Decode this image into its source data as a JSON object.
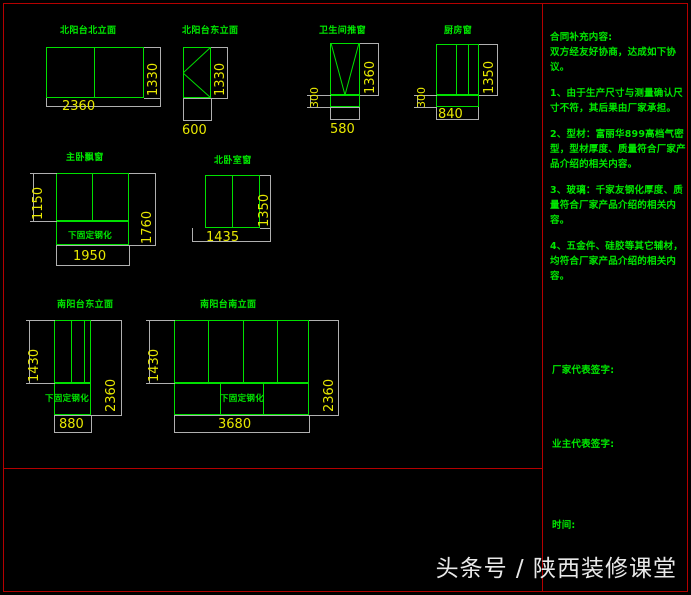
{
  "drawing": {
    "background_color": "#000000",
    "line_color": "#00e000",
    "dim_color": "#e8e800",
    "frame_color": "#b40000",
    "dim_line_color": "#b0b0b0",
    "elevations": [
      {
        "id": "north-balcony-north",
        "title": "北阳台北立面",
        "width_dim": "2360",
        "height_dim": "1330",
        "sill_dim": "",
        "panel_note": ""
      },
      {
        "id": "north-balcony-east",
        "title": "北阳台东立面",
        "width_dim": "600",
        "height_dim": "1330",
        "sill_dim": "",
        "panel_note": ""
      },
      {
        "id": "bathroom-window",
        "title": "卫生间推窗",
        "width_dim": "580",
        "height_dim": "1360",
        "sill_dim": "300",
        "panel_note": ""
      },
      {
        "id": "kitchen-window",
        "title": "厨房窗",
        "width_dim": "840",
        "height_dim": "1350",
        "sill_dim": "300",
        "panel_note": ""
      },
      {
        "id": "master-bay-window",
        "title": "主卧飘窗",
        "width_dim": "1950",
        "height_dim": "1760",
        "sill_dim": "1150",
        "panel_note": "下固定钢化"
      },
      {
        "id": "north-bedroom-window",
        "title": "北卧室窗",
        "width_dim": "1435",
        "height_dim": "1350",
        "sill_dim": "",
        "panel_note": ""
      },
      {
        "id": "south-balcony-east",
        "title": "南阳台东立面",
        "width_dim": "880",
        "height_dim": "2360",
        "sill_dim": "1430",
        "panel_note": "下固定钢化"
      },
      {
        "id": "south-balcony-south",
        "title": "南阳台南立面",
        "width_dim": "3680",
        "height_dim": "2360",
        "sill_dim": "1430",
        "panel_note": "下固定钢化"
      }
    ]
  },
  "contract": {
    "heading": "合同补充内容:",
    "intro": "双方经友好协商，达成如下协议。",
    "clauses": [
      "1、由于生产尺寸与测量确认尺寸不符，其后果由厂家承担。",
      "2、型材：富丽华899高档气密型，型材厚度、质量符合厂家产品介绍的相关内容。",
      "3、玻璃：千家友钢化厚度、质量符合厂家产品介绍的相关内容。",
      "4、五金件、硅胶等其它辅材，均符合厂家产品介绍的相关内容。"
    ],
    "signature_vendor": "厂家代表签字:",
    "signature_owner": "业主代表签字:",
    "date_label": "时间:"
  },
  "watermark": {
    "text": "头条号 / 陕西装修课堂"
  }
}
